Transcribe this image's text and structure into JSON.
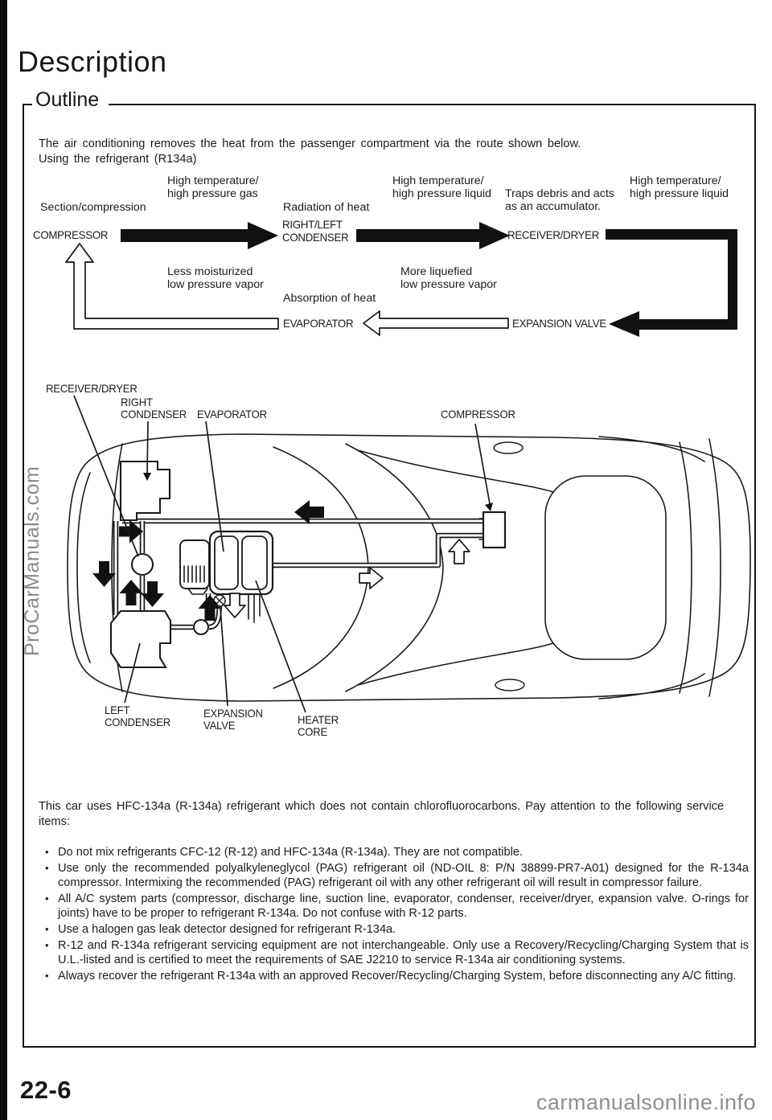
{
  "page": {
    "title": "Description",
    "page_number": "22-6",
    "watermark_left": "ProCarManuals.com",
    "watermark_bottom": "carmanualsonline.info"
  },
  "outline": {
    "box_label": "Outline",
    "intro": "The air conditioning removes the heat from the passenger compartment via the route shown below.\nUsing the refrigerant (R134a)"
  },
  "flow": {
    "high_temp_gas": "High temperature/\nhigh pressure gas",
    "section_compression": "Section/compression",
    "radiation_of_heat": "Radiation of heat",
    "high_temp_liquid_1": "High temperature/\nhigh pressure liquid",
    "traps_debris": "Traps debris and acts\nas an accumulator.",
    "high_temp_liquid_2": "High temperature/\nhigh pressure liquid",
    "compressor": "COMPRESSOR",
    "condenser": "RIGHT/LEFT\nCONDENSER",
    "receiver_dryer": "RECEIVER/DRYER",
    "less_moisturized": "Less moisturized\nlow pressure vapor",
    "more_liquefied": "More liquefied\nlow pressure vapor",
    "absorption_of_heat": "Absorption of heat",
    "evaporator": "EVAPORATOR",
    "expansion_valve": "EXPANSION VALVE"
  },
  "car": {
    "receiver_dryer": "RECEIVER/DRYER",
    "right_condenser": "RIGHT\nCONDENSER",
    "evaporator": "EVAPORATOR",
    "compressor": "COMPRESSOR",
    "left_condenser": "LEFT\nCONDENSER",
    "expansion_valve": "EXPANSION\nVALVE",
    "heater_core": "HEATER\nCORE"
  },
  "service": {
    "intro": "This car uses HFC-134a (R-134a) refrigerant which does not contain chlorofluorocarbons. Pay attention to the following service items:",
    "bullets": [
      "Do not mix refrigerants CFC-12 (R-12) and HFC-134a (R-134a). They are not compatible.",
      "Use only the recommended polyalkyleneglycol (PAG) refrigerant oil (ND-OIL 8: P/N 38899-PR7-A01) designed for the R-134a compressor. Intermixing the recommended (PAG) refrigerant oil with any other refrigerant oil will result in compressor failure.",
      "All A/C system parts (compressor, discharge line, suction line, evaporator, condenser, receiver/dryer, expansion valve. O-rings for joints) have to be proper to refrigerant R-134a. Do not confuse with R-12 parts.",
      "Use a halogen gas leak detector designed for refrigerant R-134a.",
      "R-12 and R-134a refrigerant servicing equipment are not interchangeable. Only use a Recovery/Recycling/Charging System that is U.L.-listed and is certified to meet the requirements of SAE J2210 to service R-134a air conditioning systems.",
      "Always recover the refrigerant R-134a with an approved Recover/Recycling/Charging System, before disconnecting any A/C fitting."
    ]
  }
}
